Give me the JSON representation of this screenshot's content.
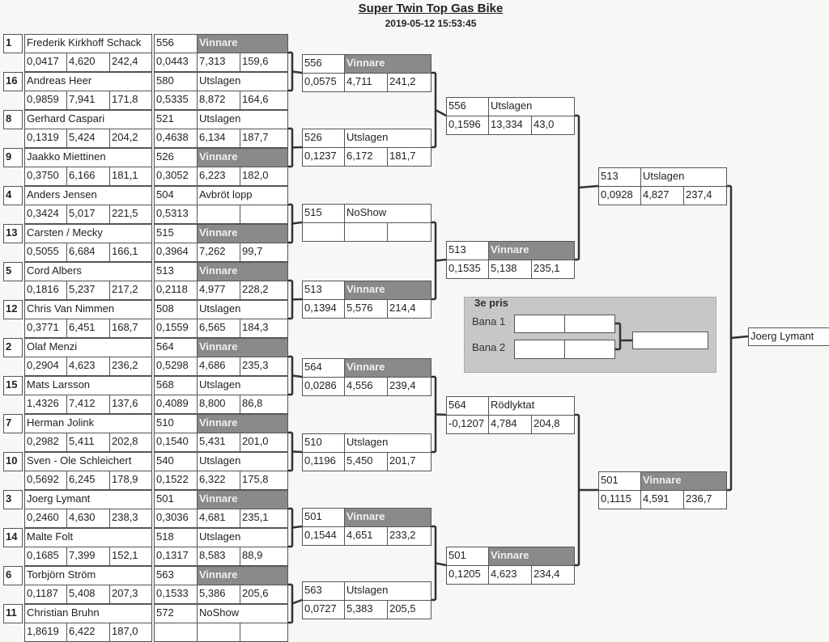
{
  "title": "Super Twin Top Gas Bike",
  "date": "2019-05-12 15:53:45",
  "round1": [
    {
      "seed": "1",
      "name": "Frederik Kirkhoff Schack",
      "stats": [
        "0,0417",
        "4,620",
        "242,4"
      ]
    },
    {
      "seed": "16",
      "name": "Andreas Heer",
      "stats": [
        "0,9859",
        "7,941",
        "171,8"
      ]
    },
    {
      "seed": "8",
      "name": "Gerhard Caspari",
      "stats": [
        "0,1319",
        "5,424",
        "204,2"
      ]
    },
    {
      "seed": "9",
      "name": "Jaakko Miettinen",
      "stats": [
        "0,3750",
        "6,166",
        "181,1"
      ]
    },
    {
      "seed": "4",
      "name": "Anders Jensen",
      "stats": [
        "0,3424",
        "5,017",
        "221,5"
      ]
    },
    {
      "seed": "13",
      "name": "Carsten / Mecky",
      "stats": [
        "0,5055",
        "6,684",
        "166,1"
      ]
    },
    {
      "seed": "5",
      "name": "Cord Albers",
      "stats": [
        "0,1816",
        "5,237",
        "217,2"
      ]
    },
    {
      "seed": "12",
      "name": "Chris Van Nimmen",
      "stats": [
        "0,3771",
        "6,451",
        "168,7"
      ]
    },
    {
      "seed": "2",
      "name": "Olaf Menzi",
      "stats": [
        "0,2904",
        "4,623",
        "236,2"
      ]
    },
    {
      "seed": "15",
      "name": "Mats Larsson",
      "stats": [
        "1,4326",
        "7,412",
        "137,6"
      ]
    },
    {
      "seed": "7",
      "name": "Herman Jolink",
      "stats": [
        "0,2982",
        "5,411",
        "202,8"
      ]
    },
    {
      "seed": "10",
      "name": "Sven - Ole Schleichert",
      "stats": [
        "0,5692",
        "6,245",
        "178,9"
      ]
    },
    {
      "seed": "3",
      "name": "Joerg Lymant",
      "stats": [
        "0,2460",
        "4,630",
        "238,3"
      ]
    },
    {
      "seed": "14",
      "name": "Malte Folt",
      "stats": [
        "0,1685",
        "7,399",
        "152,1"
      ]
    },
    {
      "seed": "6",
      "name": "Torbjörn Ström",
      "stats": [
        "0,1187",
        "5,408",
        "207,3"
      ]
    },
    {
      "seed": "11",
      "name": "Christian Bruhn",
      "stats": [
        "1,8619",
        "6,422",
        "187,0"
      ]
    }
  ],
  "round1_results": [
    {
      "num": "556",
      "status": "Vinnare",
      "stats": [
        "0,0443",
        "7,313",
        "159,6"
      ]
    },
    {
      "num": "580",
      "status": "Utslagen",
      "stats": [
        "0,5335",
        "8,872",
        "164,6"
      ]
    },
    {
      "num": "521",
      "status": "Utslagen",
      "stats": [
        "0,4638",
        "6,134",
        "187,7"
      ]
    },
    {
      "num": "526",
      "status": "Vinnare",
      "stats": [
        "0,3052",
        "6,223",
        "182,0"
      ]
    },
    {
      "num": "504",
      "status": "Avbröt lopp",
      "stats": [
        "0,5313",
        "",
        ""
      ]
    },
    {
      "num": "515",
      "status": "Vinnare",
      "stats": [
        "0,3964",
        "7,262",
        "99,7"
      ]
    },
    {
      "num": "513",
      "status": "Vinnare",
      "stats": [
        "0,2118",
        "4,977",
        "228,2"
      ]
    },
    {
      "num": "508",
      "status": "Utslagen",
      "stats": [
        "0,1559",
        "6,565",
        "184,3"
      ]
    },
    {
      "num": "564",
      "status": "Vinnare",
      "stats": [
        "0,5298",
        "4,686",
        "235,3"
      ]
    },
    {
      "num": "568",
      "status": "Utslagen",
      "stats": [
        "0,4089",
        "8,800",
        "86,8"
      ]
    },
    {
      "num": "510",
      "status": "Vinnare",
      "stats": [
        "0,1540",
        "5,431",
        "201,0"
      ]
    },
    {
      "num": "540",
      "status": "Utslagen",
      "stats": [
        "0,1522",
        "6,322",
        "175,8"
      ]
    },
    {
      "num": "501",
      "status": "Vinnare",
      "stats": [
        "0,3036",
        "4,681",
        "235,1"
      ]
    },
    {
      "num": "518",
      "status": "Utslagen",
      "stats": [
        "0,1317",
        "8,583",
        "88,9"
      ]
    },
    {
      "num": "563",
      "status": "Vinnare",
      "stats": [
        "0,1533",
        "5,386",
        "205,6"
      ]
    },
    {
      "num": "572",
      "status": "NoShow",
      "stats": [
        "",
        "",
        ""
      ]
    }
  ],
  "round2": [
    {
      "num": "556",
      "status": "Vinnare",
      "stats": [
        "0,0575",
        "4,711",
        "241,2"
      ]
    },
    {
      "num": "526",
      "status": "Utslagen",
      "stats": [
        "0,1237",
        "6,172",
        "181,7"
      ]
    },
    {
      "num": "515",
      "status": "NoShow",
      "stats": [
        "",
        "",
        ""
      ]
    },
    {
      "num": "513",
      "status": "Vinnare",
      "stats": [
        "0,1394",
        "5,576",
        "214,4"
      ]
    },
    {
      "num": "564",
      "status": "Vinnare",
      "stats": [
        "0,0286",
        "4,556",
        "239,4"
      ]
    },
    {
      "num": "510",
      "status": "Utslagen",
      "stats": [
        "0,1196",
        "5,450",
        "201,7"
      ]
    },
    {
      "num": "501",
      "status": "Vinnare",
      "stats": [
        "0,1544",
        "4,651",
        "233,2"
      ]
    },
    {
      "num": "563",
      "status": "Utslagen",
      "stats": [
        "0,0727",
        "5,383",
        "205,5"
      ]
    }
  ],
  "round3": [
    {
      "num": "556",
      "status": "Utslagen",
      "stats": [
        "0,1596",
        "13,334",
        "43,0"
      ]
    },
    {
      "num": "513",
      "status": "Vinnare",
      "stats": [
        "0,1535",
        "5,138",
        "235,1"
      ]
    },
    {
      "num": "564",
      "status": "Rödlyktat",
      "stats": [
        "-0,1207",
        "4,784",
        "204,8"
      ]
    },
    {
      "num": "501",
      "status": "Vinnare",
      "stats": [
        "0,1205",
        "4,623",
        "234,4"
      ]
    }
  ],
  "final": [
    {
      "num": "513",
      "status": "Utslagen",
      "stats": [
        "0,0928",
        "4,827",
        "237,4"
      ]
    },
    {
      "num": "501",
      "status": "Vinnare",
      "stats": [
        "0,1115",
        "4,591",
        "236,7"
      ]
    }
  ],
  "winner": "Joerg Lymant",
  "third_place": {
    "title": "3e pris",
    "lane1": "Bana 1",
    "lane2": "Bana 2"
  },
  "colors": {
    "shaded": "#8a8a8a",
    "line": "#333333"
  }
}
